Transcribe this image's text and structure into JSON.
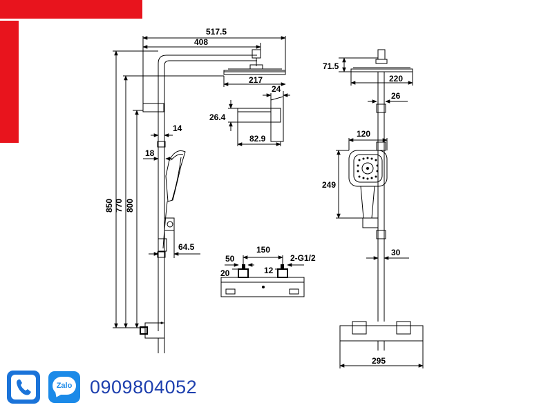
{
  "dimensions": {
    "total_width": "517.5",
    "arm_length": "408",
    "head_diameter_side": "217",
    "holder_width": "24",
    "holder_height": "26.4",
    "holder_depth": "82.9",
    "pipe_14": "14",
    "pipe_18": "18",
    "height_850": "850",
    "height_770": "770",
    "height_800": "800",
    "offset_64_5": "64.5",
    "head_height": "71.5",
    "head_diameter_front": "220",
    "pipe_26": "26",
    "hand_width": "120",
    "hand_height": "249",
    "pipe_30": "30",
    "base_width": "295",
    "valve_50": "50",
    "valve_150": "150",
    "valve_thread": "2-G1/2",
    "valve_20": "20",
    "valve_12": "12"
  },
  "contact": {
    "phone_number": "0909804052",
    "zalo_label": "Zalo"
  },
  "colors": {
    "accent_red": "#e8141d",
    "phone_blue": "#1d3fae",
    "zalo_blue": "#1b8ae8"
  },
  "icons": [
    "phone-icon",
    "zalo-icon"
  ]
}
